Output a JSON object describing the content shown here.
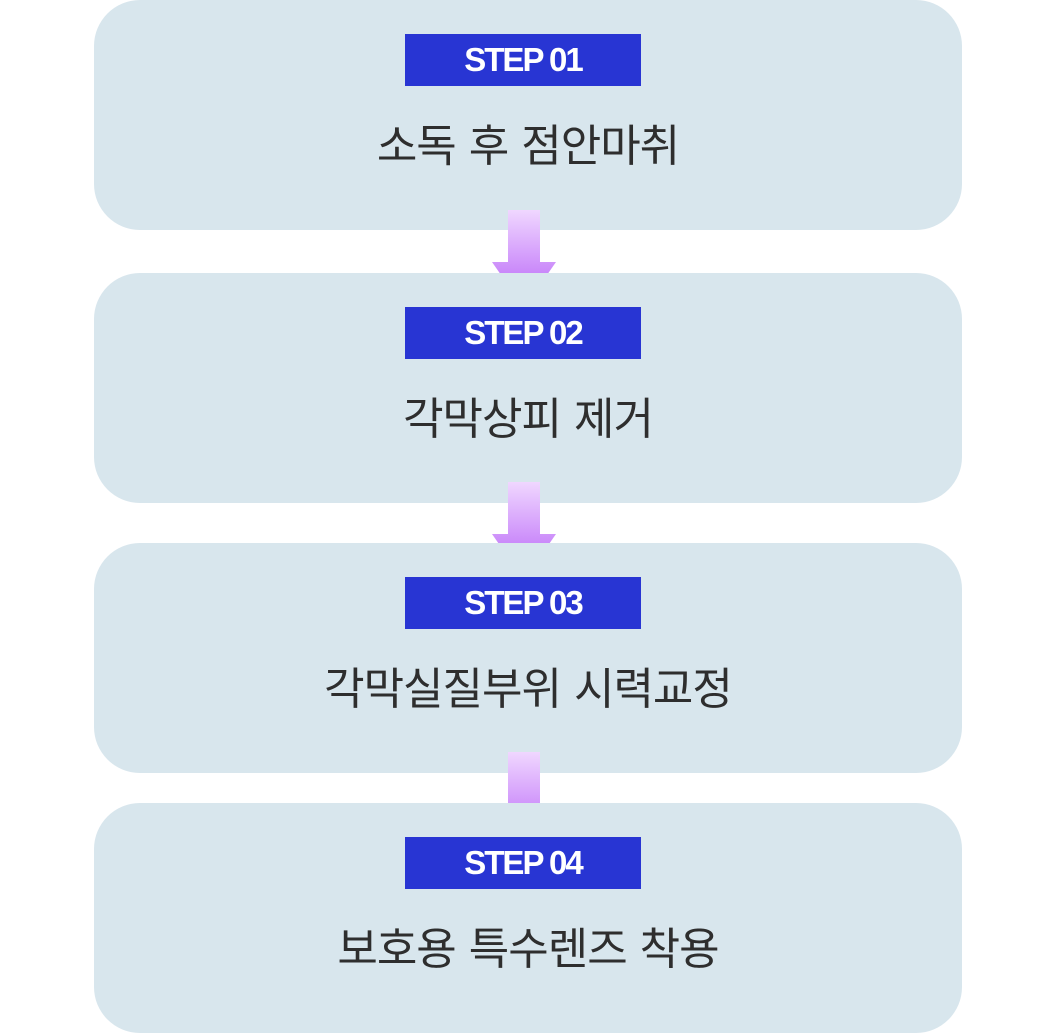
{
  "colors": {
    "card_background": "#d8e6ed",
    "badge_background": "#2835d3",
    "badge_text": "#ffffff",
    "title_text": "#2e2e2e",
    "arrow_top": "#f0d7ff",
    "arrow_bottom": "#b45cf7"
  },
  "steps": [
    {
      "badge": "STEP 01",
      "title": "소독 후 점안마취"
    },
    {
      "badge": "STEP 02",
      "title": "각막상피 제거"
    },
    {
      "badge": "STEP 03",
      "title": "각막실질부위 시력교정"
    },
    {
      "badge": "STEP 04",
      "title": "보호용 특수렌즈 착용"
    }
  ],
  "connectors": [
    {
      "icon": "arrow-down-icon"
    },
    {
      "icon": "arrow-down-icon"
    },
    {
      "icon": "arrow-down-icon"
    }
  ]
}
